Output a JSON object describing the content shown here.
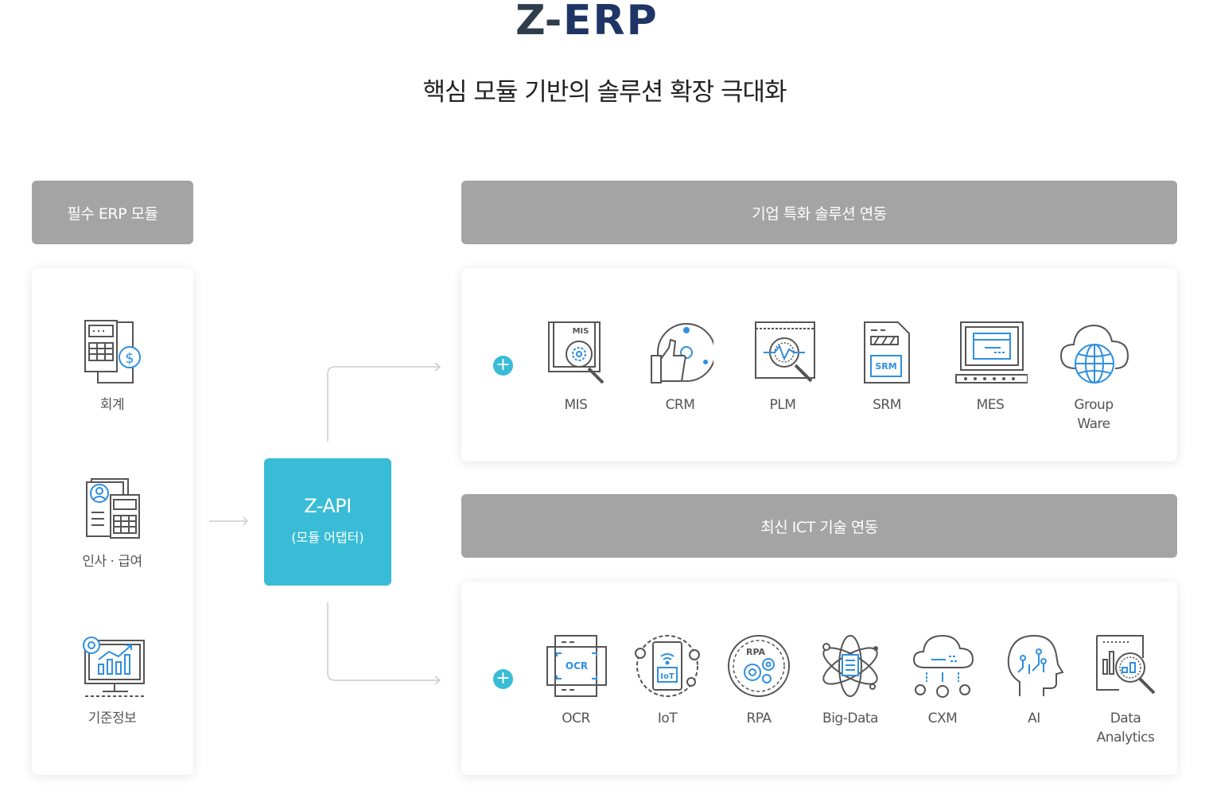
{
  "logo": {
    "text_z": "Z-",
    "text_erp": "ERP",
    "color_z": "#2f3e4c",
    "color_erp": "#1f3566"
  },
  "subtitle": "핵심 모듈 기반의 솔루션 확장 극대화",
  "colors": {
    "header_gray": "#a4a4a4",
    "accent_cyan": "#39bcd6",
    "icon_gray": "#555555",
    "icon_blue": "#2f8fe0"
  },
  "left": {
    "header": "필수 ERP 모듈",
    "items": [
      {
        "label": "회계",
        "icon": "accounting-calculator-icon"
      },
      {
        "label": "인사 · 급여",
        "icon": "hr-payroll-icon"
      },
      {
        "label": "기준정보",
        "icon": "master-data-monitor-icon"
      }
    ]
  },
  "api": {
    "title": "Z-API",
    "subtitle": "(모듈 어댑터)"
  },
  "top_section": {
    "header": "기업 특화 솔루션 연동",
    "plus": "+",
    "items": [
      {
        "label": "MIS",
        "icon": "mis-icon",
        "icon_text": "MIS"
      },
      {
        "label": "CRM",
        "icon": "crm-thumbs-up-icon"
      },
      {
        "label": "PLM",
        "icon": "plm-window-icon"
      },
      {
        "label": "SRM",
        "icon": "srm-document-icon",
        "icon_text": "SRM"
      },
      {
        "label": "MES",
        "icon": "mes-monitor-icon"
      },
      {
        "label": "Group\nWare",
        "icon": "groupware-cloud-globe-icon"
      }
    ]
  },
  "bottom_section": {
    "header": "최신 ICT 기술 연동",
    "plus": "+",
    "items": [
      {
        "label": "OCR",
        "icon": "ocr-scan-icon",
        "icon_text": "OCR"
      },
      {
        "label": "IoT",
        "icon": "iot-phone-icon",
        "icon_text": "IoT"
      },
      {
        "label": "RPA",
        "icon": "rpa-gears-icon",
        "icon_text": "RPA"
      },
      {
        "label": "Big-Data",
        "icon": "big-data-atom-icon"
      },
      {
        "label": "CXM",
        "icon": "cxm-cloud-network-icon"
      },
      {
        "label": "AI",
        "icon": "ai-head-icon"
      },
      {
        "label": "Data\nAnalytics",
        "icon": "data-analytics-icon"
      }
    ]
  }
}
